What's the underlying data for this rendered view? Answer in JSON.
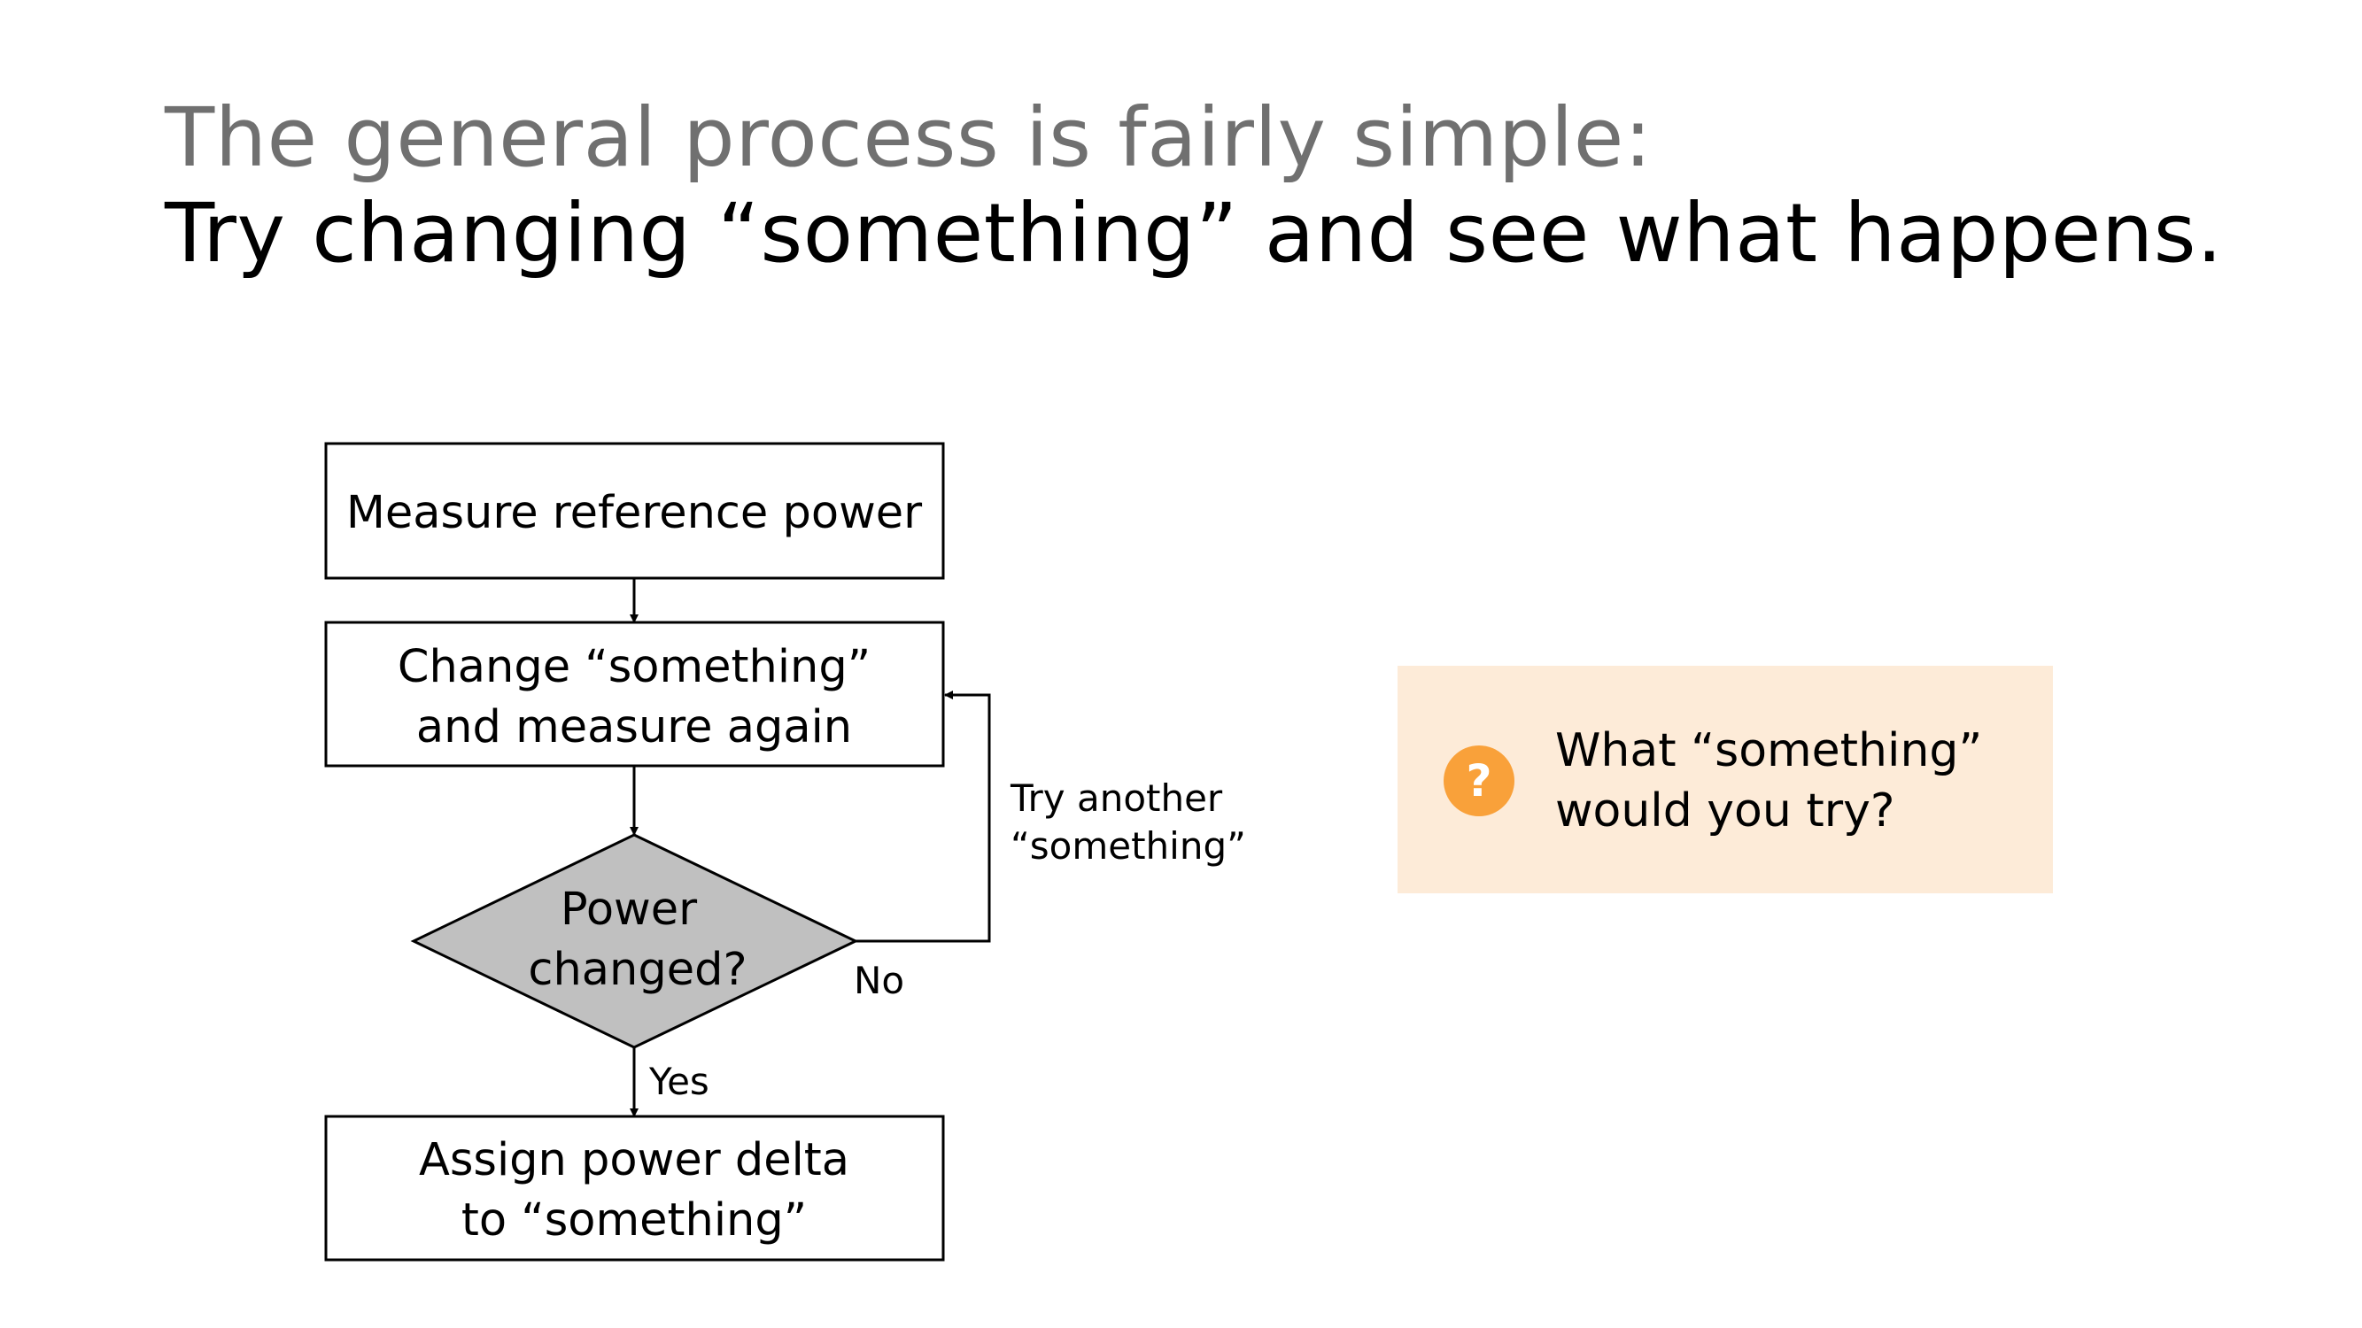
{
  "slide": {
    "title_line1": "The general process is fairly simple:",
    "title_line2": "Try changing “something” and see what happens."
  },
  "flowchart": {
    "step_measure": "Measure reference power",
    "step_change_line1": "Change “something”",
    "step_change_line2": "and measure again",
    "decision_line1": "Power",
    "decision_line2": "changed?",
    "step_assign_line1": "Assign power delta",
    "step_assign_line2": "to “something”",
    "label_yes": "Yes",
    "label_no": "No",
    "label_retry_line1": "Try another",
    "label_retry_line2": "“something”",
    "colors": {
      "decision_fill": "#c0c0c0",
      "stroke": "#000000"
    }
  },
  "callout": {
    "icon": "question-icon",
    "icon_glyph": "?",
    "text_line1": "What “something”",
    "text_line2": "would you try?",
    "colors": {
      "background": "#fdebd8",
      "icon": "#f9a13a"
    }
  }
}
